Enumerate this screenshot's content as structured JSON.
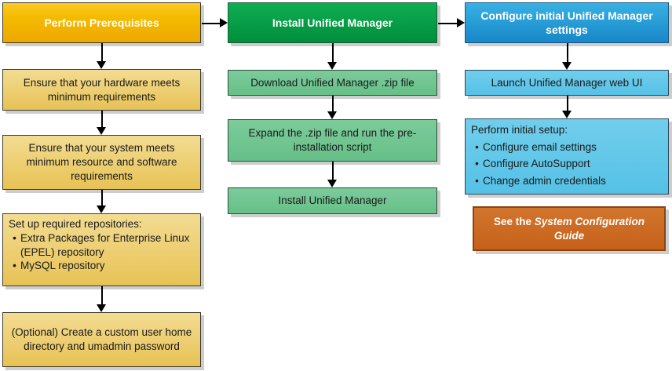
{
  "bullet": "•",
  "columns": [
    {
      "header": "Perform Prerequisites",
      "boxes": [
        {
          "text": "Ensure that your hardware meets minimum requirements"
        },
        {
          "text": "Ensure that your system meets minimum resource and software requirements"
        },
        {
          "title": "Set up required repositories:",
          "bullets": [
            "Extra Packages for Enterprise Linux (EPEL) repository",
            "MySQL repository"
          ]
        },
        {
          "text": "(Optional) Create a custom user home directory and umadmin password"
        }
      ]
    },
    {
      "header": "Install Unified Manager",
      "boxes": [
        {
          "text": "Download Unified Manager .zip file"
        },
        {
          "text": "Expand the .zip file and run the pre-installation script"
        },
        {
          "text": "Install Unified Manager"
        }
      ]
    },
    {
      "header": "Configure initial Unified Manager settings",
      "boxes": [
        {
          "text": "Launch Unified Manager web UI"
        },
        {
          "title": "Perform initial setup:",
          "bullets": [
            "Configure email settings",
            "Configure AutoSupport",
            "Change admin credentials"
          ]
        }
      ]
    }
  ],
  "note": {
    "prefix": "See the ",
    "italic": "System Configuration Guide"
  },
  "colors": {
    "gold_header": "#f5bb00",
    "yellow_step": "#ecd075",
    "green_header": "#009a45",
    "green_step": "#71c693",
    "blue_header": "#279ed6",
    "blue_step": "#62c8e9",
    "orange_note": "#cc6a24",
    "arrow": "#000000",
    "shadow": "#cdcdcd"
  }
}
